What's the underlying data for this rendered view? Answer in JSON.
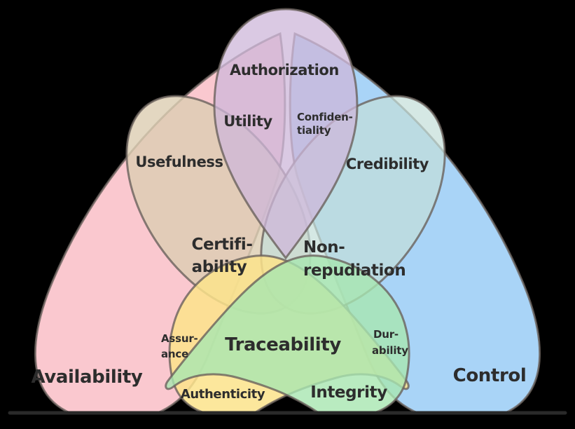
{
  "diagram": {
    "background": "#000000",
    "baseline_color": "#2A2A2A",
    "outline_color": "#6A625C",
    "text_color": "#2D2D2D",
    "sets": [
      {
        "id": "availability",
        "label": "Availability",
        "color": "#FAC8CF"
      },
      {
        "id": "control",
        "label": "Control",
        "color": "#A9D4F7"
      },
      {
        "id": "usefulness",
        "label": "Usefulness",
        "color": "#DCCDB2"
      },
      {
        "id": "credibility",
        "label": "Credibility",
        "color": "#C3DED8"
      },
      {
        "id": "authorization",
        "label": "Authorization",
        "color": "#CDB7D9"
      },
      {
        "id": "authenticity",
        "label": "Authenticity",
        "color": "#FBE38B"
      },
      {
        "id": "integrity",
        "label": "Integrity",
        "color": "#A8E6B0"
      }
    ],
    "intersections": [
      {
        "id": "utility",
        "line1": "Utility",
        "line2": ""
      },
      {
        "id": "confidentiality",
        "line1": "Confiden-",
        "line2": "tiality"
      },
      {
        "id": "certifiability",
        "line1": "Certifi-",
        "line2": "ability"
      },
      {
        "id": "non_repudiation",
        "line1": "Non-",
        "line2": "repudiation"
      },
      {
        "id": "assurance",
        "line1": "Assur-",
        "line2": "ance"
      },
      {
        "id": "traceability",
        "line1": "Traceability",
        "line2": ""
      },
      {
        "id": "durability",
        "line1": "Dur-",
        "line2": "ability"
      }
    ]
  }
}
